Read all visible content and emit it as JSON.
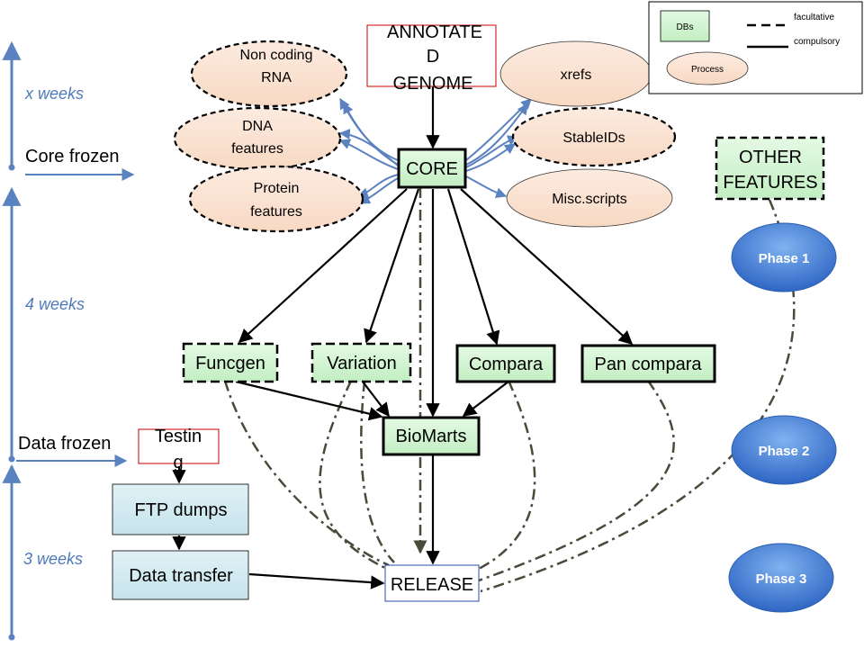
{
  "timeline": {
    "x_weeks": "x weeks",
    "four_weeks": "4 weeks",
    "three_weeks": "3 weeks",
    "core_frozen": "Core frozen",
    "data_frozen": "Data frozen"
  },
  "nodes": {
    "annotated_genome": [
      "ANNOTATE",
      "D",
      "GENOME"
    ],
    "core": "CORE",
    "non_coding_rna": [
      "Non coding",
      "RNA"
    ],
    "dna_features": [
      "DNA",
      "features"
    ],
    "protein_features": [
      "Protein",
      "features"
    ],
    "xrefs": "xrefs",
    "stable_ids": "StableIDs",
    "misc_scripts": "Misc.scripts",
    "other_features": [
      "OTHER",
      "FEATURES"
    ],
    "funcgen": "Funcgen",
    "variation": "Variation",
    "compara": "Compara",
    "pan_compara": "Pan compara",
    "biomarts": "BioMarts",
    "testing": [
      "Testin",
      "g"
    ],
    "ftp_dumps": "FTP dumps",
    "data_transfer": "Data transfer",
    "release": "RELEASE"
  },
  "phases": [
    "Phase 1",
    "Phase 2",
    "Phase 3"
  ],
  "legend": {
    "dbs": "DBs",
    "process": "Process",
    "facultative": "facultative",
    "compulsory": "compulsory"
  },
  "colors": {
    "db_fill": "#ccf5cc",
    "process_fill": "#fbe1cf",
    "deploy_fill": "#d3e9f0",
    "timeline": "#5b82c0",
    "phase_fill": "#3a76cf",
    "facultative_line": "#4a4a3a",
    "red_border": "#cc0000",
    "blue_border": "#2a4fa8"
  }
}
